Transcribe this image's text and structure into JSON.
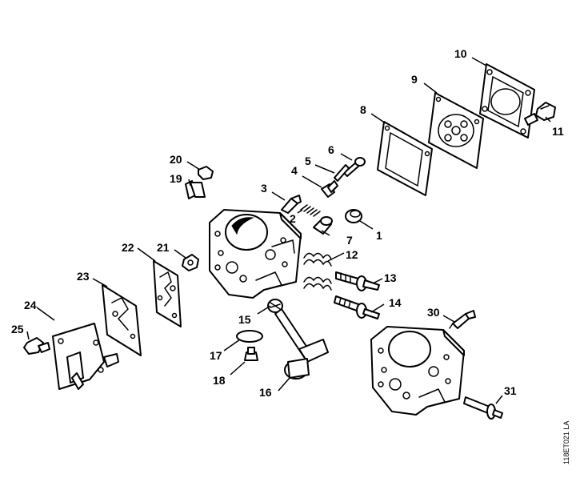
{
  "diagram": {
    "document_id": "118ET021 LA",
    "callouts": [
      "1",
      "2",
      "3",
      "4",
      "5",
      "6",
      "7",
      "8",
      "9",
      "10",
      "11",
      "12",
      "13",
      "14",
      "15",
      "16",
      "17",
      "18",
      "19",
      "20",
      "21",
      "22",
      "23",
      "24",
      "25",
      "30",
      "31"
    ]
  },
  "colors": {
    "ink": "#000000",
    "paper": "#ffffff"
  }
}
